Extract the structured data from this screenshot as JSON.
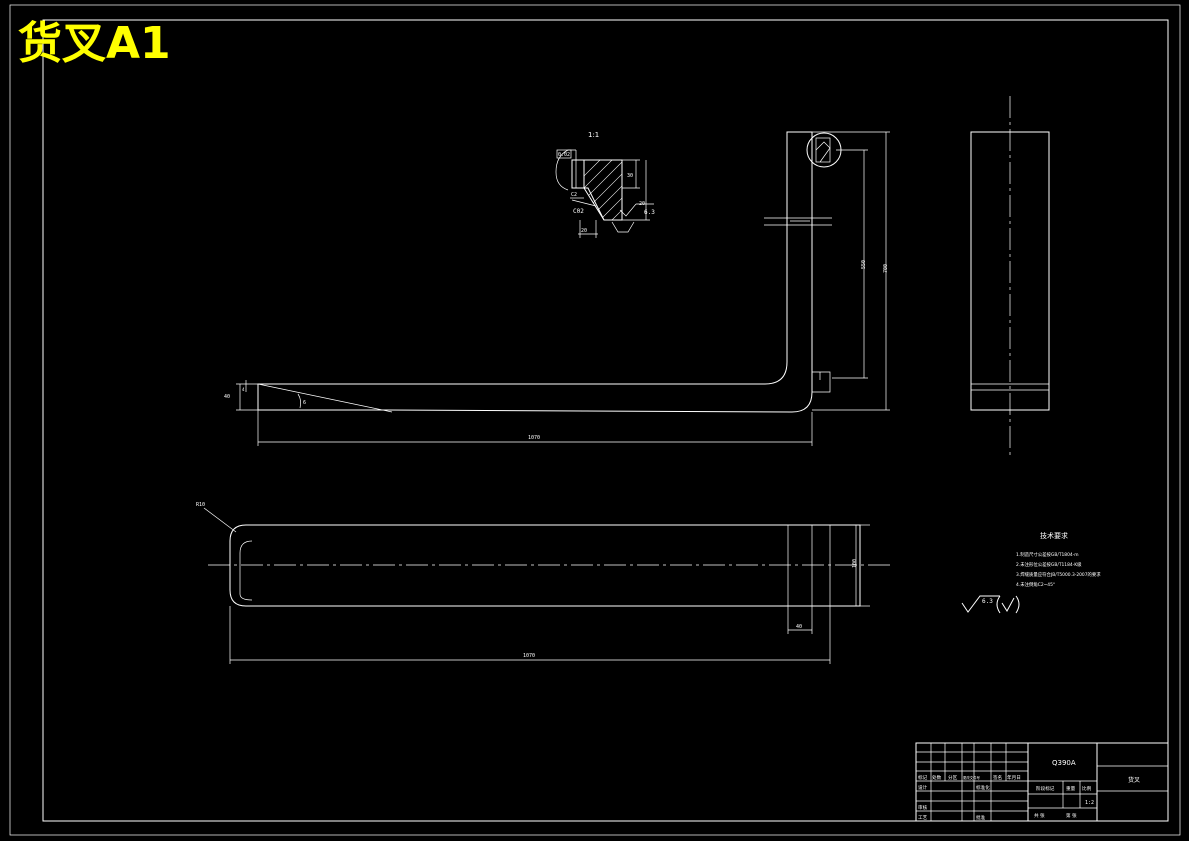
{
  "drawing": {
    "title": "货叉A1",
    "section_label": "1:1",
    "chamfer_label": "C02",
    "roughness_value": "6.3",
    "dims": {
      "tine_length": "1070",
      "bottom_length": "1070",
      "tine_thickness": "40",
      "tine_angle": "6",
      "shank_inner_height": "550",
      "shank_total_height": "700",
      "plan_width": "100",
      "plan_shank": "40",
      "corner_radius": "R10",
      "sec_w1": "20",
      "sec_w2": "30",
      "sec_h1": "30",
      "sec_h2": "20",
      "sec_c": "C2"
    }
  },
  "tech_requirements": {
    "heading": "技术要求",
    "lines": [
      "1.制造尺寸公差按GB/T1804-m",
      "2.未注形位公差按GB/T1184-K级",
      "3.焊缝质量应符合JB/T5000.3-2007的要求",
      "4.未注倒角C2~45°"
    ]
  },
  "title_block": {
    "material": "Q390A",
    "part_name": "货叉",
    "scale": "1:2",
    "labels": {
      "mark": "标记",
      "count": "处数",
      "zone": "分区",
      "doc_no": "更改文件号",
      "sign": "签名",
      "date": "年月日",
      "design": "设计",
      "standardize": "标准化",
      "stage_mark": "阶段标记",
      "weight": "重量",
      "ratio": "比例",
      "review": "审核",
      "process": "工艺",
      "approve": "批准",
      "sheets_total": "共 张",
      "sheet_no": "第 张"
    }
  }
}
